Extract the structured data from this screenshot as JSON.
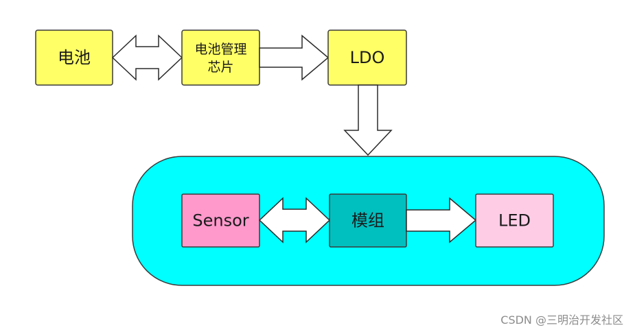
{
  "diagram": {
    "top_row": {
      "battery": {
        "label": "电池"
      },
      "bms": {
        "lines": [
          "电池管理",
          "芯片"
        ]
      },
      "ldo": {
        "label": "LDO"
      }
    },
    "module_group": {
      "sensor": {
        "label": "Sensor"
      },
      "module": {
        "label": "模组"
      },
      "led": {
        "label": "LED"
      }
    }
  },
  "watermark": "CSDN @三明治开发社区",
  "colors": {
    "top_box_fill": "#ffff66",
    "group_fill": "#00ffff",
    "sensor_fill": "#ff99cc",
    "module_fill": "#00bfbf",
    "led_fill": "#ffcce6",
    "arrow_fill": "#ffffff"
  }
}
